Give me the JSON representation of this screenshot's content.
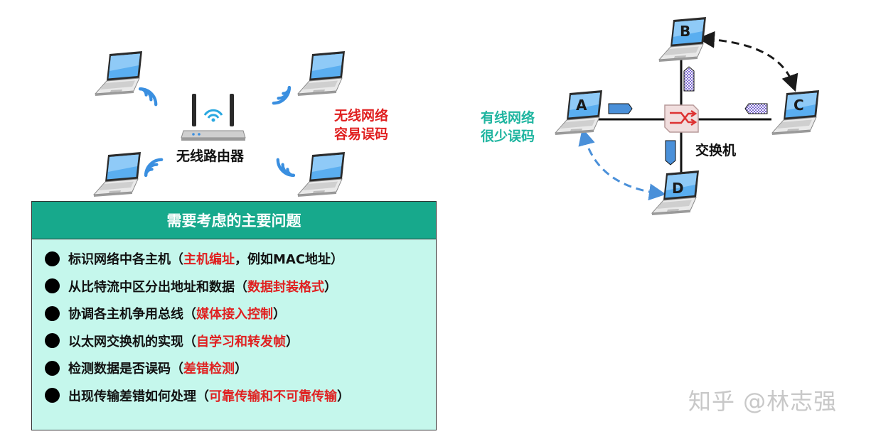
{
  "wireless": {
    "router_label": "无线路由器",
    "note_line1": "无线网络",
    "note_line2": "容易误码"
  },
  "wired": {
    "note_line1": "有线网络",
    "note_line2": "很少误码",
    "switch_label": "交换机",
    "nodes": {
      "a": "A",
      "b": "B",
      "c": "C",
      "d": "D"
    }
  },
  "panel": {
    "title": "需要考虑的主要问题",
    "items": [
      {
        "text": "标识网络中各主机（",
        "highlight": "主机编址",
        "suffix": "，例如MAC地址）"
      },
      {
        "text": "从比特流中区分出地址和数据（",
        "highlight": "数据封装格式",
        "suffix": "）"
      },
      {
        "text": "协调各主机争用总线（",
        "highlight": "媒体接入控制",
        "suffix": "）"
      },
      {
        "text": "以太网交换机的实现（",
        "highlight": "自学习和转发帧",
        "suffix": "）"
      },
      {
        "text": "检测数据是否误码（",
        "highlight": "差错检测",
        "suffix": "）"
      },
      {
        "text": "出现传输差错如何处理（",
        "highlight": "可靠传输和不可靠传输",
        "suffix": "）"
      }
    ]
  },
  "watermark": "知乎 @林志强",
  "colors": {
    "accent_red": "#e02020",
    "accent_teal": "#1fb5a0",
    "panel_header": "#17a98c",
    "panel_body": "#c5f7ec",
    "wifi_blue": "#3a8fe0",
    "screen_blue": "#5aaef0"
  },
  "icons": [
    "laptop-icon",
    "wifi-router-icon",
    "wifi-signal-icon",
    "switch-icon",
    "frame-packet-icon"
  ]
}
